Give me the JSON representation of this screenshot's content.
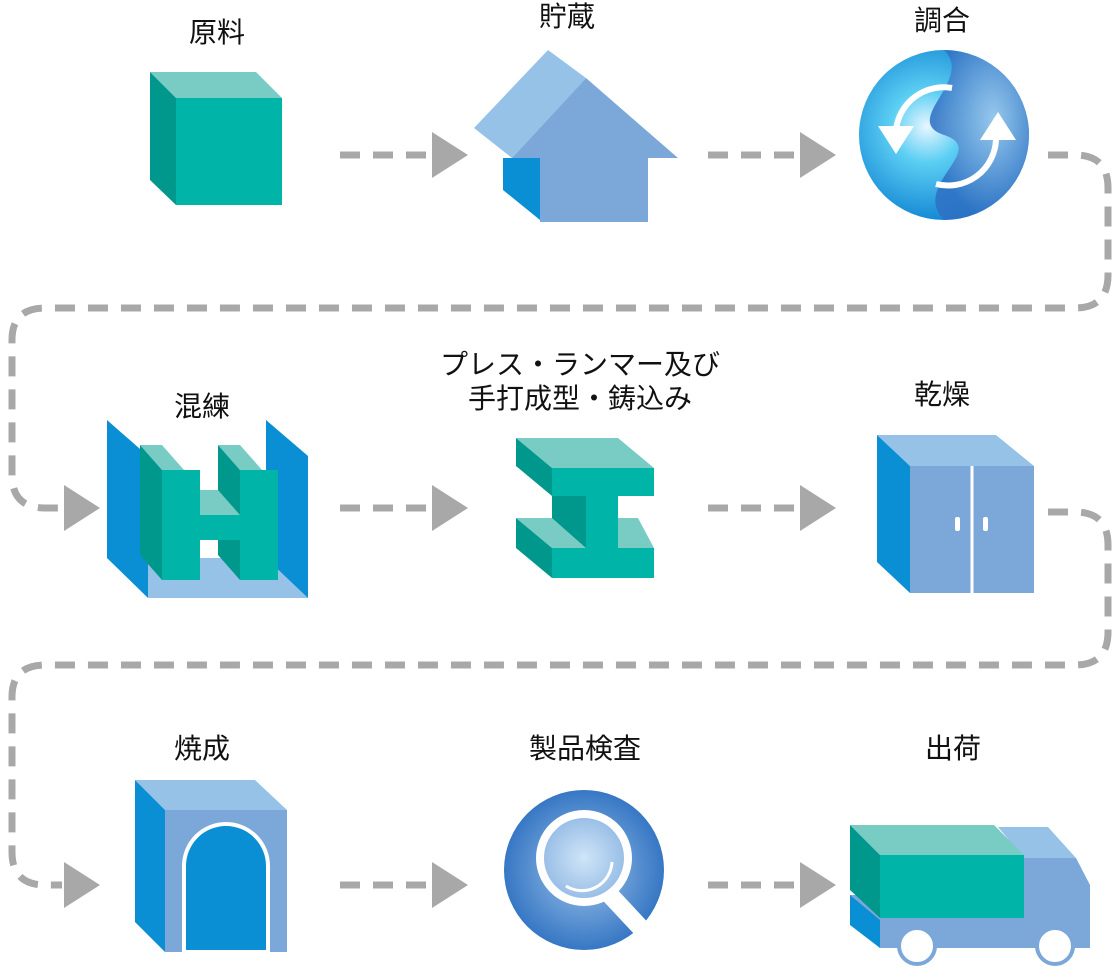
{
  "steps": [
    {
      "id": "raw-material",
      "label": "原料",
      "icon": "green-cube-icon"
    },
    {
      "id": "storage",
      "label": "貯蔵",
      "icon": "house-icon"
    },
    {
      "id": "blending",
      "label": "調合",
      "icon": "rotation-sphere-icon"
    },
    {
      "id": "kneading",
      "label": "混練",
      "icon": "mixer-icon"
    },
    {
      "id": "forming",
      "label_lines": [
        "プレス・ランマー及び",
        "手打成型・鋳込み"
      ],
      "icon": "i-beam-mold-icon"
    },
    {
      "id": "drying",
      "label": "乾燥",
      "icon": "dryer-cabinet-icon"
    },
    {
      "id": "firing",
      "label": "焼成",
      "icon": "kiln-icon"
    },
    {
      "id": "inspection",
      "label": "製品検査",
      "icon": "magnifier-icon"
    },
    {
      "id": "shipping",
      "label": "出荷",
      "icon": "truck-icon"
    }
  ],
  "colors": {
    "teal": "#00b5a8",
    "teal_light": "#78ccc4",
    "teal_dark": "#00988c",
    "blue": "#0a8fd4",
    "blue_mid": "#7ba8d9",
    "blue_light": "#96c2e8",
    "arrow_gray": "#a8a8a8"
  }
}
